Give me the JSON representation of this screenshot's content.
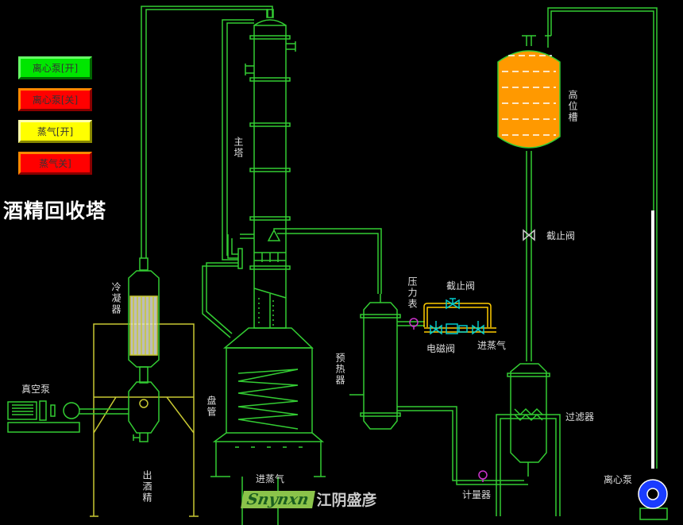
{
  "title": "酒精回收塔",
  "buttons": [
    {
      "label": "离心泵[开]",
      "color": "#00e600"
    },
    {
      "label": "离心泵[关]",
      "color": "#ff0000"
    },
    {
      "label": "蒸气[开]",
      "color": "#ffff00"
    },
    {
      "label": "蒸气关]",
      "color": "#ff0000"
    }
  ],
  "labels": {
    "main_tower": "主塔",
    "condenser": "冷凝器",
    "vacuum_pump": "真空泵",
    "alcohol_out": "出酒精",
    "coil": "盘管",
    "steam_in_bottom": "进蒸气",
    "preheater": "预热器",
    "pressure_gauge": "压力表",
    "stop_valve": "截止阀",
    "solenoid_valve": "电磁阀",
    "steam_in": "进蒸气",
    "high_tank": "高位槽",
    "stop_valve_right": "截止阀",
    "filter": "过滤器",
    "meter": "计量器",
    "centrifugal_pump": "离心泵"
  },
  "logo": {
    "en": "Snynxn",
    "cn": "江阴盛彦"
  },
  "colors": {
    "pipe": "#33cc33",
    "frame": "#c8c832",
    "tank": "#ff9900",
    "valve": "#00cccc",
    "pump": "#1a3cff"
  }
}
